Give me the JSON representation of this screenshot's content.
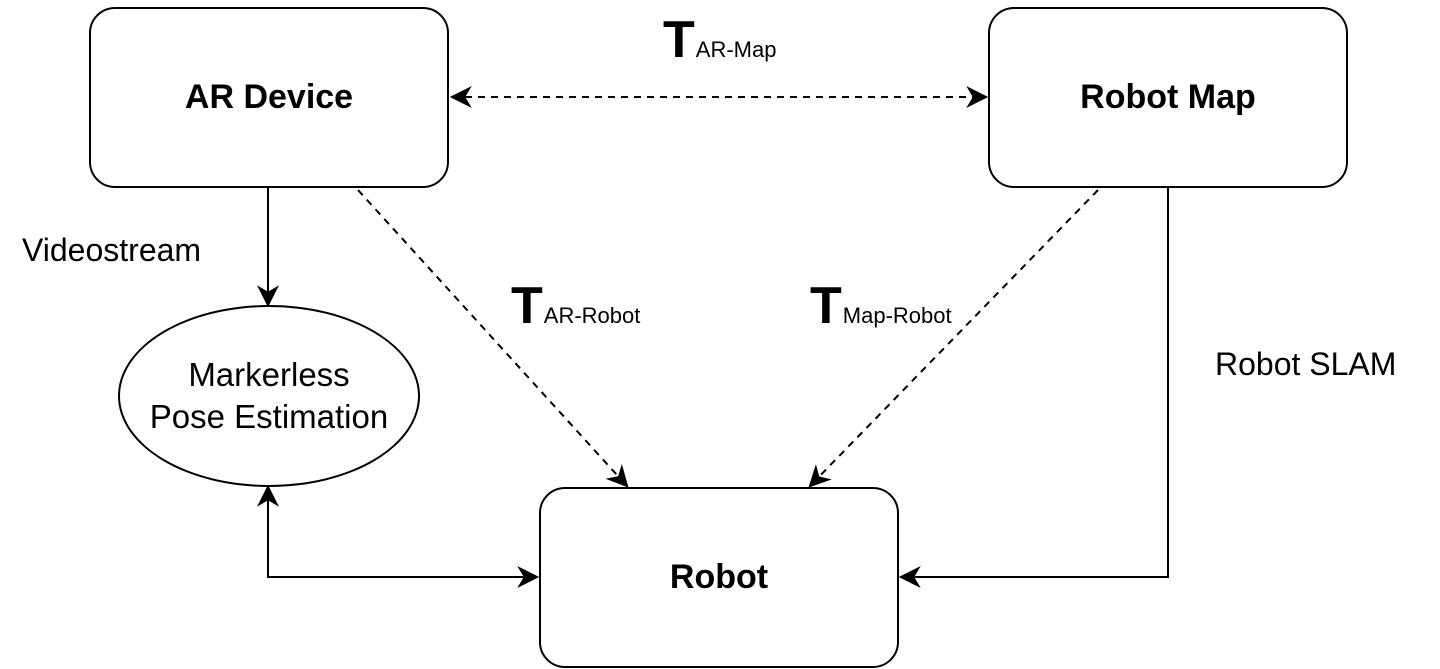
{
  "nodes": {
    "ar_device": "AR Device",
    "robot_map": "Robot Map",
    "robot": "Robot",
    "pose_estimation": [
      "Markerless",
      "Pose Estimation"
    ]
  },
  "edge_labels": {
    "videostream": "Videostream",
    "robot_slam": "Robot SLAM",
    "t_ar_map": {
      "symbol": "T",
      "subscript": "AR-Map"
    },
    "t_ar_robot": {
      "symbol": "T",
      "subscript": "AR-Robot"
    },
    "t_map_robot": {
      "symbol": "T",
      "subscript": "Map-Robot"
    }
  },
  "colors": {
    "stroke": "#000000",
    "background": "#ffffff"
  }
}
